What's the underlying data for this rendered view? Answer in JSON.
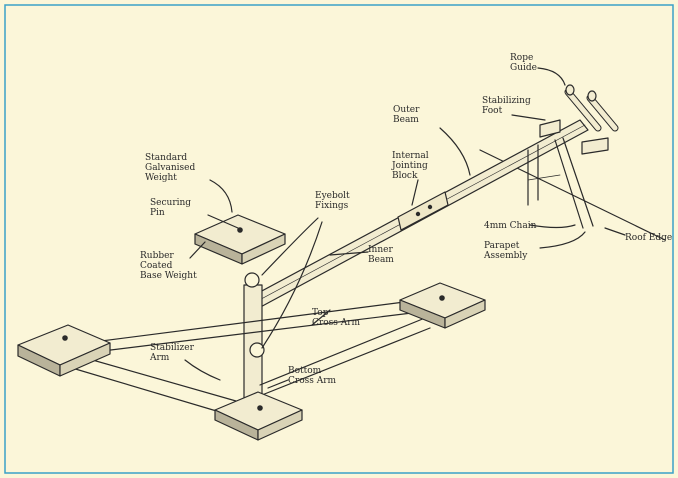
{
  "labels": {
    "rope_guide": [
      "Rope",
      "Guide"
    ],
    "stabilizing_foot": [
      "Stabilizing",
      "Foot"
    ],
    "outer_beam": [
      "Outer",
      "Beam"
    ],
    "internal_jointing_block": [
      "Internal",
      "Jointing",
      "Block"
    ],
    "standard_weight": [
      "Standard",
      "Galvanised",
      "Weight"
    ],
    "securing_pin": [
      "Securing",
      "Pin"
    ],
    "eyebolt_fixings": [
      "Eyebolt",
      "Fixings"
    ],
    "rubber_base_weight": [
      "Rubber",
      "Coated",
      "Base Weight"
    ],
    "four_mm_chain": [
      "4mm Chain"
    ],
    "parapet_assembly": [
      "Parapet",
      "Assembly"
    ],
    "roof_edge": [
      "Roof Edge"
    ],
    "inner_beam": [
      "Inner",
      "Beam"
    ],
    "top_cross_arm": [
      "Top",
      "Cross Arm"
    ],
    "stabilizer_arm": [
      "Stabilizer",
      "Arm"
    ],
    "bottom_cross_arm": [
      "Bottom",
      "Cross Arm"
    ]
  },
  "colors": {
    "background": "#fbf6d9",
    "frame": "#3aa0c8",
    "ink": "#2a2a2a",
    "plate_top": "#f2ecd0",
    "plate_side": "#b9b39a"
  }
}
